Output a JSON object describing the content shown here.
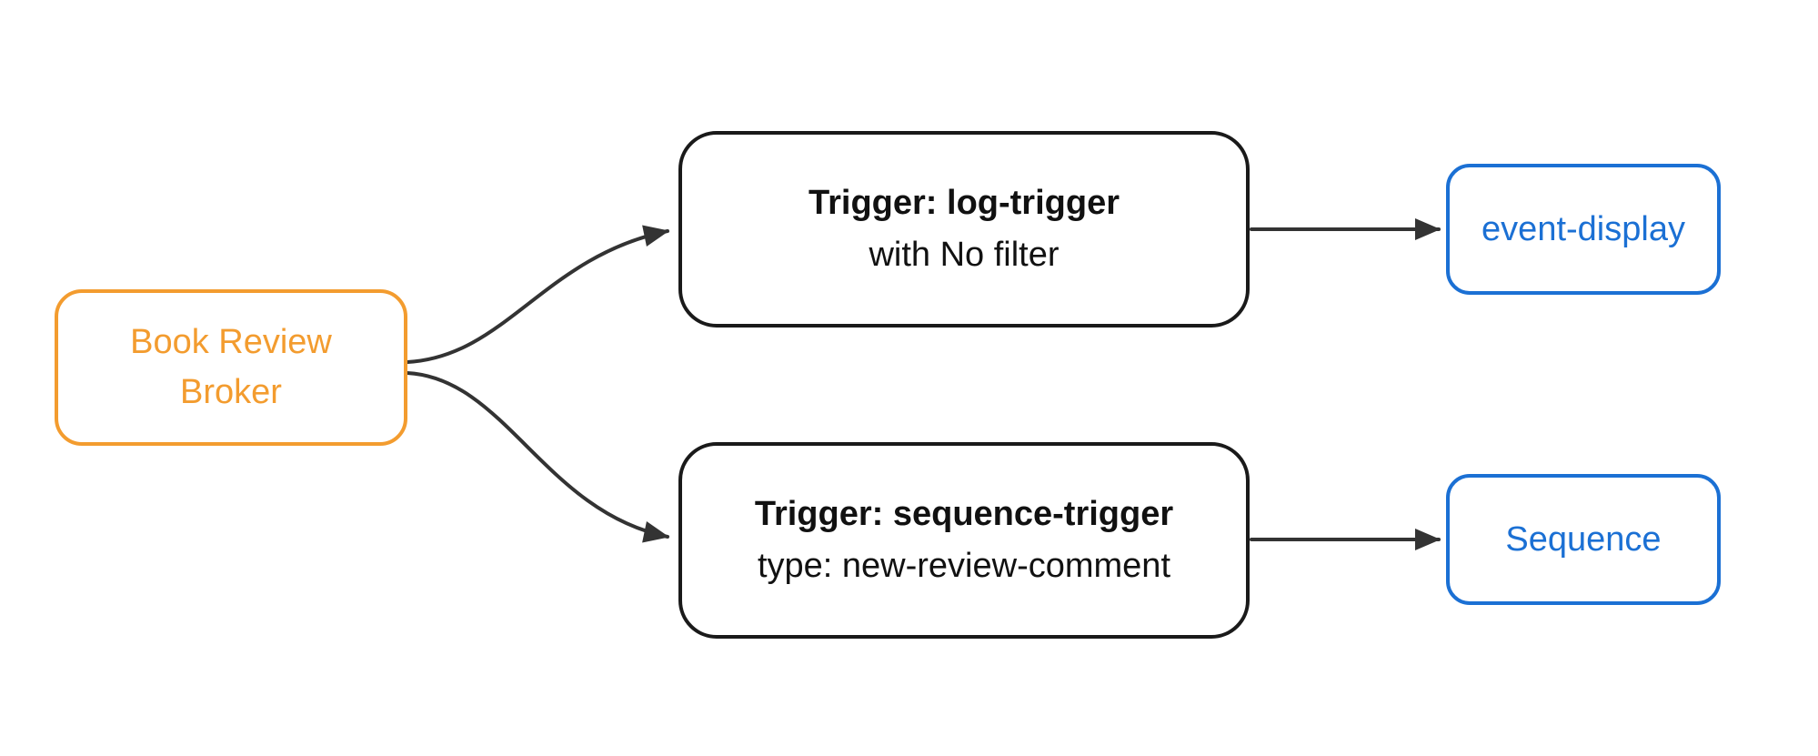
{
  "diagram": {
    "broker": {
      "label": "Book Review Broker"
    },
    "triggers": [
      {
        "title": "Trigger: log-trigger",
        "subtitle": "with No filter"
      },
      {
        "title": "Trigger: sequence-trigger",
        "subtitle": "type: new-review-comment"
      }
    ],
    "sinks": [
      {
        "label": "event-display"
      },
      {
        "label": "Sequence"
      }
    ],
    "colors": {
      "broker_accent": "#F39C2F",
      "sink_accent": "#1B70D4",
      "trigger_border": "#1A1A1A",
      "arrow": "#333333",
      "background": "#FFFFFF"
    }
  }
}
